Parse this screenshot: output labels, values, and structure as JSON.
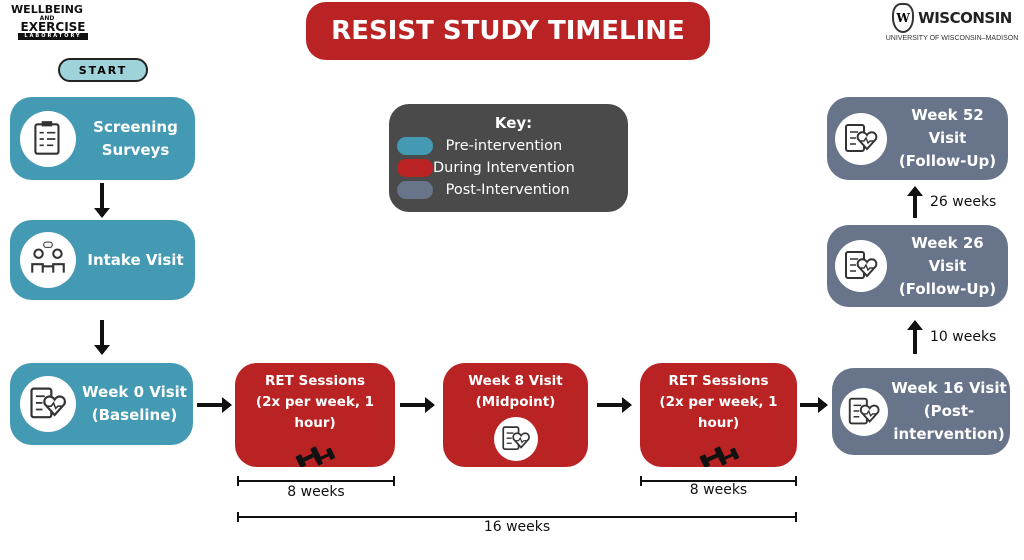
{
  "logo_left": {
    "line1": "WELLBEING",
    "line2": "AND",
    "line3": "EXERCISE",
    "line4": "LABORATORY"
  },
  "logo_right": {
    "name": "WISCONSIN",
    "sub": "UNIVERSITY OF WISCONSIN–MADISON"
  },
  "title": "RESIST STUDY TIMELINE",
  "start": "START",
  "key": {
    "title": "Key:",
    "items": [
      {
        "label": "Pre-intervention",
        "color": "#4499b3"
      },
      {
        "label": "During Intervention",
        "color": "#b92324"
      },
      {
        "label": "Post-Intervention",
        "color": "#677489"
      }
    ]
  },
  "steps": {
    "screening": "Screening Surveys",
    "intake": "Intake Visit",
    "week0": {
      "l1": "Week 0 Visit",
      "l2": "(Baseline)"
    },
    "ret1": {
      "l1": "RET Sessions",
      "l2": "(2x per week, 1 hour)"
    },
    "week8": {
      "l1": "Week 8 Visit",
      "l2": "(Midpoint)"
    },
    "ret2": {
      "l1": "RET Sessions",
      "l2": "(2x per week, 1 hour)"
    },
    "week16": {
      "l1": "Week 16 Visit",
      "l2": "(Post-",
      "l3": "intervention)"
    },
    "week26": {
      "l1": "Week 26",
      "l2": "Visit",
      "l3": "(Follow-Up)"
    },
    "week52": {
      "l1": "Week 52",
      "l2": "Visit",
      "l3": "(Follow-Up)"
    }
  },
  "durations": {
    "ret1": "8 weeks",
    "ret2": "8 weeks",
    "total": "16 weeks",
    "to26": "10 weeks",
    "to52": "26 weeks"
  }
}
